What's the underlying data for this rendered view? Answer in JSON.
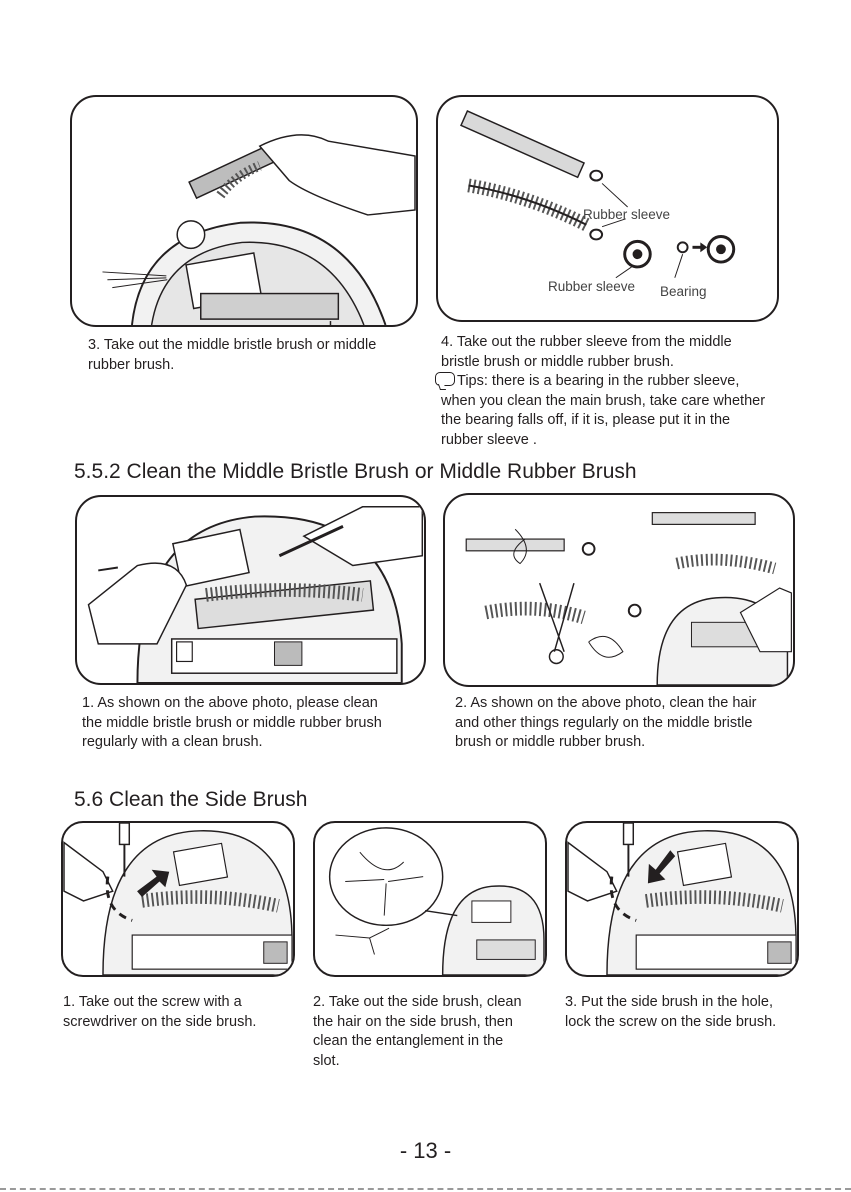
{
  "section_552": {
    "heading": "5.5.2 Clean the Middle Bristle Brush or Middle Rubber Brush",
    "step3": {
      "line1": "3. Take out the middle bristle brush or middle",
      "line2": "rubber brush."
    },
    "step4": {
      "line1": "4. Take out the rubber sleeve from the middle",
      "line2": "bristle brush or middle rubber brush."
    },
    "tips": {
      "line1": "Tips: there is a bearing in the rubber sleeve,",
      "line2": "when you clean the main brush, take care whether",
      "line3": "the bearing falls off,  if it is, please put it in the",
      "line4": "rubber sleeve ."
    },
    "labels": {
      "rubber_sleeve_top": "Rubber sleeve",
      "rubber_sleeve_bottom": "Rubber sleeve",
      "bearing": "Bearing"
    },
    "clean1": {
      "line1": "1. As shown on the above photo, please clean",
      "line2": "the middle bristle brush or middle rubber brush",
      "line3": "regularly with a clean brush."
    },
    "clean2": {
      "line1": "2. As shown on the above photo, clean the hair",
      "line2": "and other things regularly on the middle bristle",
      "line3": "brush or middle rubber brush."
    }
  },
  "section_56": {
    "heading": "5.6 Clean the Side Brush",
    "step1": {
      "line1": "1. Take out the screw with a",
      "line2": "screwdriver on the side brush."
    },
    "step2": {
      "line1": "2. Take out the side brush, clean",
      "line2": "the hair on the  side brush, then",
      "line3": "clean the entanglement in the",
      "line4": "slot."
    },
    "step3": {
      "line1": "3. Put the side brush in the hole,",
      "line2": "lock the screw on the side brush."
    }
  },
  "page_number": "- 13 -"
}
